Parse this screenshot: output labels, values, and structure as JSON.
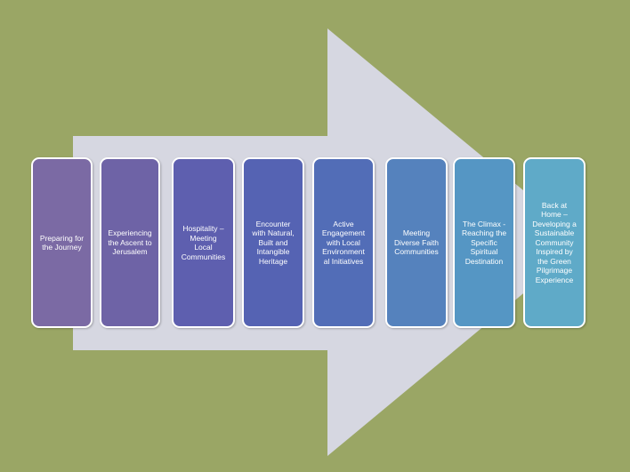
{
  "colors": {
    "background": "#9aa665",
    "arrow": "#d6d7e1",
    "step_border": "#ffffff",
    "step_text": "#ffffff"
  },
  "steps": [
    {
      "label": "Preparing  for\nthe Journey",
      "color": "#7b6aa4"
    },
    {
      "label": "Experiencing\nthe Ascent to\nJerusalem",
      "color": "#6e63a6"
    },
    {
      "label": "Hospitality –\nMeeting\nLocal\nCommunities",
      "color": "#5e5faf"
    },
    {
      "label": "Encounter\nwith Natural,\nBuilt and\nIntangible\nHeritage",
      "color": "#5563b3"
    },
    {
      "label": "Active\nEngagement\nwith Local\nEnvironment\nal Initiatives",
      "color": "#526db7"
    },
    {
      "label": "Meeting\nDiverse Faith\nCommunities",
      "color": "#5582bd"
    },
    {
      "label": "The Climax  -\nReaching the\nSpecific\nSpiritual\nDestination",
      "color": "#5596c4"
    },
    {
      "label": "Back at\nHome –\nDeveloping a\nSustainable\nCommunity\nInspired by\nthe Green\nPilgrimage\nExperience",
      "color": "#5faac8"
    }
  ]
}
